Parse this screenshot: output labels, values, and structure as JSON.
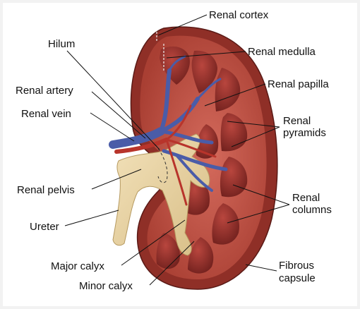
{
  "labels": {
    "renal_cortex": "Renal cortex",
    "hilum": "Hilum",
    "renal_medulla": "Renal medulla",
    "renal_artery": "Renal artery",
    "renal_papilla": "Renal papilla",
    "renal_vein": "Renal vein",
    "renal_pyramids_1": "Renal",
    "renal_pyramids_2": "pyramids",
    "renal_pelvis": "Renal pelvis",
    "renal_columns_1": "Renal",
    "renal_columns_2": "columns",
    "ureter": "Ureter",
    "major_calyx": "Major calyx",
    "minor_calyx": "Minor calyx",
    "fibrous_capsule_1": "Fibrous",
    "fibrous_capsule_2": "capsule"
  },
  "colors": {
    "capsule": "#a8392e",
    "cortex": "#c4574a",
    "pyramid": "#8c2a25",
    "pelvis": "#e8d3a4",
    "vein": "#4a5ca8",
    "artery": "#b8342b"
  }
}
